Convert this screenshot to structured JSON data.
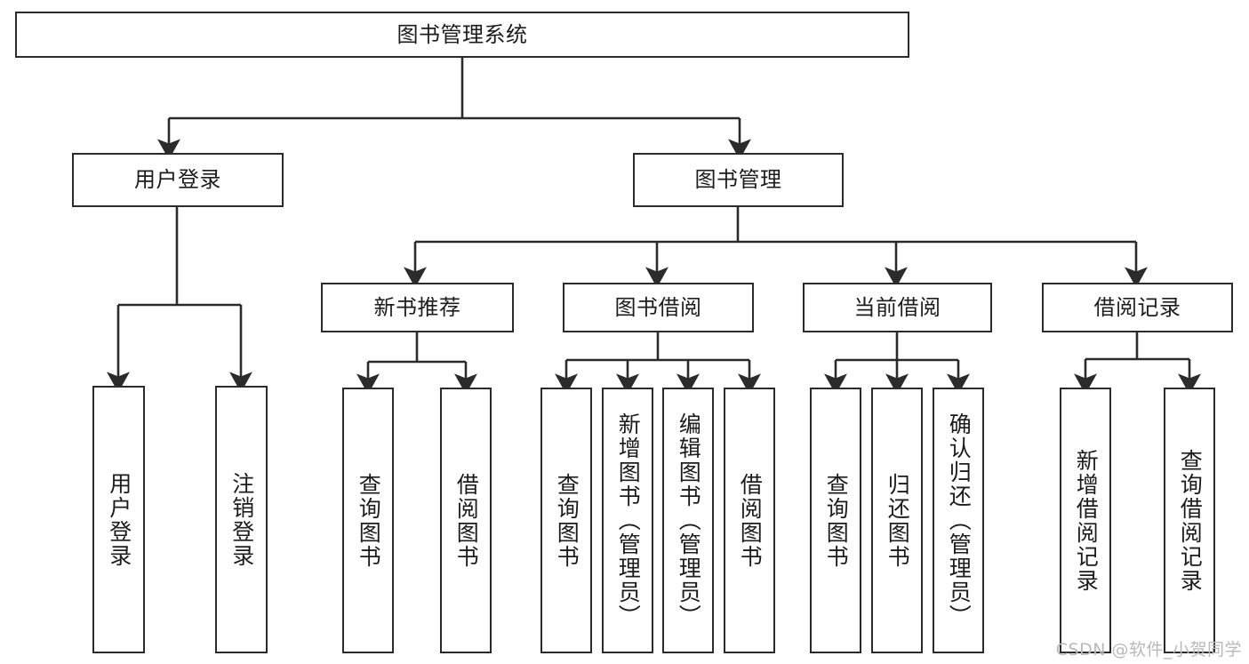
{
  "diagram": {
    "type": "tree-hierarchy-diagram",
    "title": "图书管理系统",
    "watermark": "CSDN @软件_小贺同学",
    "colors": {
      "stroke": "#2b2b2b",
      "fill": "#ffffff",
      "text": "#1c1c1c",
      "watermark": "#b9b9b9",
      "background": "#ffffff"
    },
    "levels": [
      {
        "level": 0,
        "nodes": [
          {
            "id": "root",
            "label": "图书管理系统",
            "orientation": "horizontal"
          }
        ]
      },
      {
        "level": 1,
        "nodes": [
          {
            "id": "login",
            "label": "用户登录",
            "orientation": "horizontal",
            "parent": "root"
          },
          {
            "id": "bookmgmt",
            "label": "图书管理",
            "orientation": "horizontal",
            "parent": "root"
          }
        ]
      },
      {
        "level": 2,
        "nodes": [
          {
            "id": "newbook",
            "label": "新书推荐",
            "orientation": "horizontal",
            "parent": "bookmgmt"
          },
          {
            "id": "borrow",
            "label": "图书借阅",
            "orientation": "horizontal",
            "parent": "bookmgmt"
          },
          {
            "id": "current",
            "label": "当前借阅",
            "orientation": "horizontal",
            "parent": "bookmgmt"
          },
          {
            "id": "records",
            "label": "借阅记录",
            "orientation": "horizontal",
            "parent": "bookmgmt"
          }
        ]
      },
      {
        "level": 3,
        "nodes": [
          {
            "id": "leaf1",
            "label": "用户登录",
            "orientation": "vertical",
            "parent": "login"
          },
          {
            "id": "leaf2",
            "label": "注销登录",
            "orientation": "vertical",
            "parent": "login"
          },
          {
            "id": "leaf3",
            "label": "查询图书",
            "orientation": "vertical",
            "parent": "newbook"
          },
          {
            "id": "leaf4",
            "label": "借阅图书",
            "orientation": "vertical",
            "parent": "newbook"
          },
          {
            "id": "leaf5",
            "label": "查询图书",
            "orientation": "vertical",
            "parent": "borrow"
          },
          {
            "id": "leaf6",
            "label": "新增图书（管理员）",
            "orientation": "vertical",
            "parent": "borrow"
          },
          {
            "id": "leaf7",
            "label": "编辑图书（管理员）",
            "orientation": "vertical",
            "parent": "borrow"
          },
          {
            "id": "leaf8",
            "label": "借阅图书",
            "orientation": "vertical",
            "parent": "borrow"
          },
          {
            "id": "leaf9",
            "label": "查询图书",
            "orientation": "vertical",
            "parent": "current"
          },
          {
            "id": "leaf10",
            "label": "归还图书",
            "orientation": "vertical",
            "parent": "current"
          },
          {
            "id": "leaf11",
            "label": "确认归还（管理员）",
            "orientation": "vertical",
            "parent": "current"
          },
          {
            "id": "leaf12",
            "label": "新增借阅记录",
            "orientation": "vertical",
            "parent": "records"
          },
          {
            "id": "leaf13",
            "label": "查询借阅记录",
            "orientation": "vertical",
            "parent": "records"
          }
        ]
      }
    ]
  }
}
